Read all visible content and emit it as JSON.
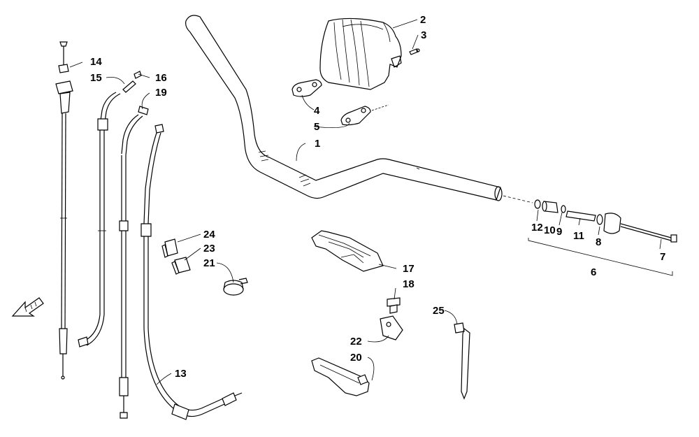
{
  "diagram": {
    "type": "exploded-parts-diagram",
    "callouts": [
      "1",
      "2",
      "3",
      "4",
      "5",
      "6",
      "7",
      "8",
      "9",
      "10",
      "11",
      "12",
      "13",
      "14",
      "15",
      "16",
      "17",
      "18",
      "19",
      "20",
      "21",
      "22",
      "23",
      "24",
      "25"
    ],
    "labels": {
      "p1": "1",
      "p2": "2",
      "p3": "3",
      "p4": "4",
      "p5": "5",
      "p6": "6",
      "p7": "7",
      "p8": "8",
      "p9": "9",
      "p10": "10",
      "p11": "11",
      "p12": "12",
      "p13": "13",
      "p14": "14",
      "p15": "15",
      "p16": "16",
      "p17": "17",
      "p18": "18",
      "p19": "19",
      "p20": "20",
      "p21": "21",
      "p22": "22",
      "p23": "23",
      "p24": "24",
      "p25": "25"
    },
    "icons": {
      "front_arrow": "front-direction-arrow-icon"
    },
    "colors": {
      "ink": "#000000",
      "paper": "#ffffff"
    }
  }
}
